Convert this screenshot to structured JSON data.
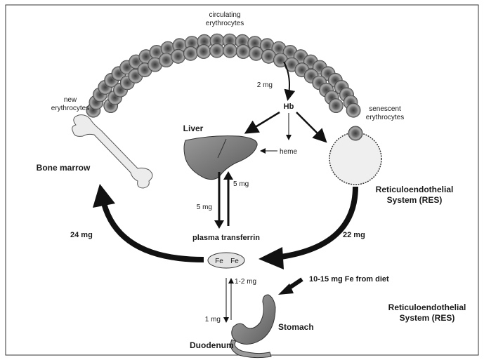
{
  "labels": {
    "circulating_1": "circulating",
    "circulating_2": "erythrocytes",
    "new_1": "new",
    "new_2": "erythrocytes",
    "senescent_1": "senescent",
    "senescent_2": "erythrocytes",
    "two_mg": "2 mg",
    "hb": "Hb",
    "liver": "Liver",
    "heme": "heme",
    "bone_marrow": "Bone marrow",
    "res_main_1": "Reticuloendothelial",
    "res_main_2": "System  (RES)",
    "five_mg_right": "5 mg",
    "five_mg_left": "5 mg",
    "plasma_transferrin": "plasma transferrin",
    "twentyfour_mg": "24  mg",
    "twentytwo_mg": "22 mg",
    "fe1": "Fe",
    "fe2": "Fe",
    "onetwo_mg": "1-2 mg",
    "diet": "10-15 mg Fe from diet",
    "res_side_1": "Reticuloendothelial",
    "res_side_2": "System  (RES)",
    "one_mg": "1 mg",
    "stomach": "Stomach",
    "duodenum": "Duodenum"
  },
  "colors": {
    "cell_outer": "#8c8c8c",
    "cell_inner": "#3d3d3d",
    "liver": "#7a7a7a",
    "bone": "#ececec",
    "res_cell": "#efefef",
    "stomach": "#8a8a8a",
    "arrow": "#111111"
  }
}
